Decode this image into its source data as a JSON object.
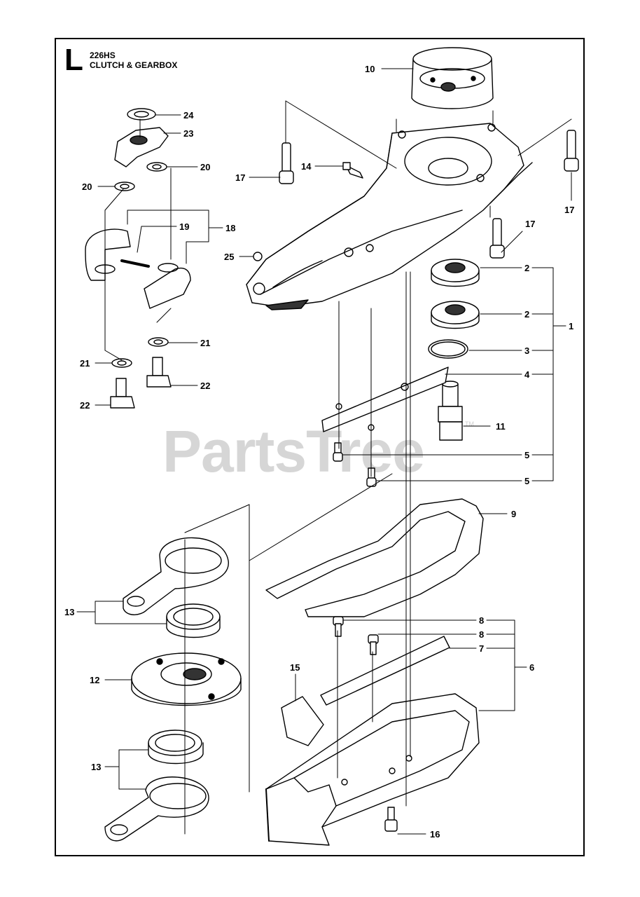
{
  "header": {
    "section_letter": "L",
    "model": "226HS",
    "title": "CLUTCH & GEARBOX"
  },
  "watermark": {
    "text": "PartsTree",
    "tm": "TM"
  },
  "callouts": [
    {
      "id": "c10",
      "label": "10"
    },
    {
      "id": "c24",
      "label": "24"
    },
    {
      "id": "c23",
      "label": "23"
    },
    {
      "id": "c20a",
      "label": "20"
    },
    {
      "id": "c20b",
      "label": "20"
    },
    {
      "id": "c17a",
      "label": "17"
    },
    {
      "id": "c14",
      "label": "14"
    },
    {
      "id": "c17b",
      "label": "17"
    },
    {
      "id": "c17c",
      "label": "17"
    },
    {
      "id": "c19",
      "label": "19"
    },
    {
      "id": "c18",
      "label": "18"
    },
    {
      "id": "c25",
      "label": "25"
    },
    {
      "id": "c2a",
      "label": "2"
    },
    {
      "id": "c2b",
      "label": "2"
    },
    {
      "id": "c1",
      "label": "1"
    },
    {
      "id": "c21a",
      "label": "21"
    },
    {
      "id": "c3",
      "label": "3"
    },
    {
      "id": "c21b",
      "label": "21"
    },
    {
      "id": "c4",
      "label": "4"
    },
    {
      "id": "c22a",
      "label": "22"
    },
    {
      "id": "c22b",
      "label": "22"
    },
    {
      "id": "c11",
      "label": "11"
    },
    {
      "id": "c5a",
      "label": "5"
    },
    {
      "id": "c5b",
      "label": "5"
    },
    {
      "id": "c9",
      "label": "9"
    },
    {
      "id": "c13a",
      "label": "13"
    },
    {
      "id": "c8a",
      "label": "8"
    },
    {
      "id": "c8b",
      "label": "8"
    },
    {
      "id": "c7",
      "label": "7"
    },
    {
      "id": "c15",
      "label": "15"
    },
    {
      "id": "c6",
      "label": "6"
    },
    {
      "id": "c12",
      "label": "12"
    },
    {
      "id": "c13b",
      "label": "13"
    },
    {
      "id": "c16",
      "label": "16"
    }
  ]
}
